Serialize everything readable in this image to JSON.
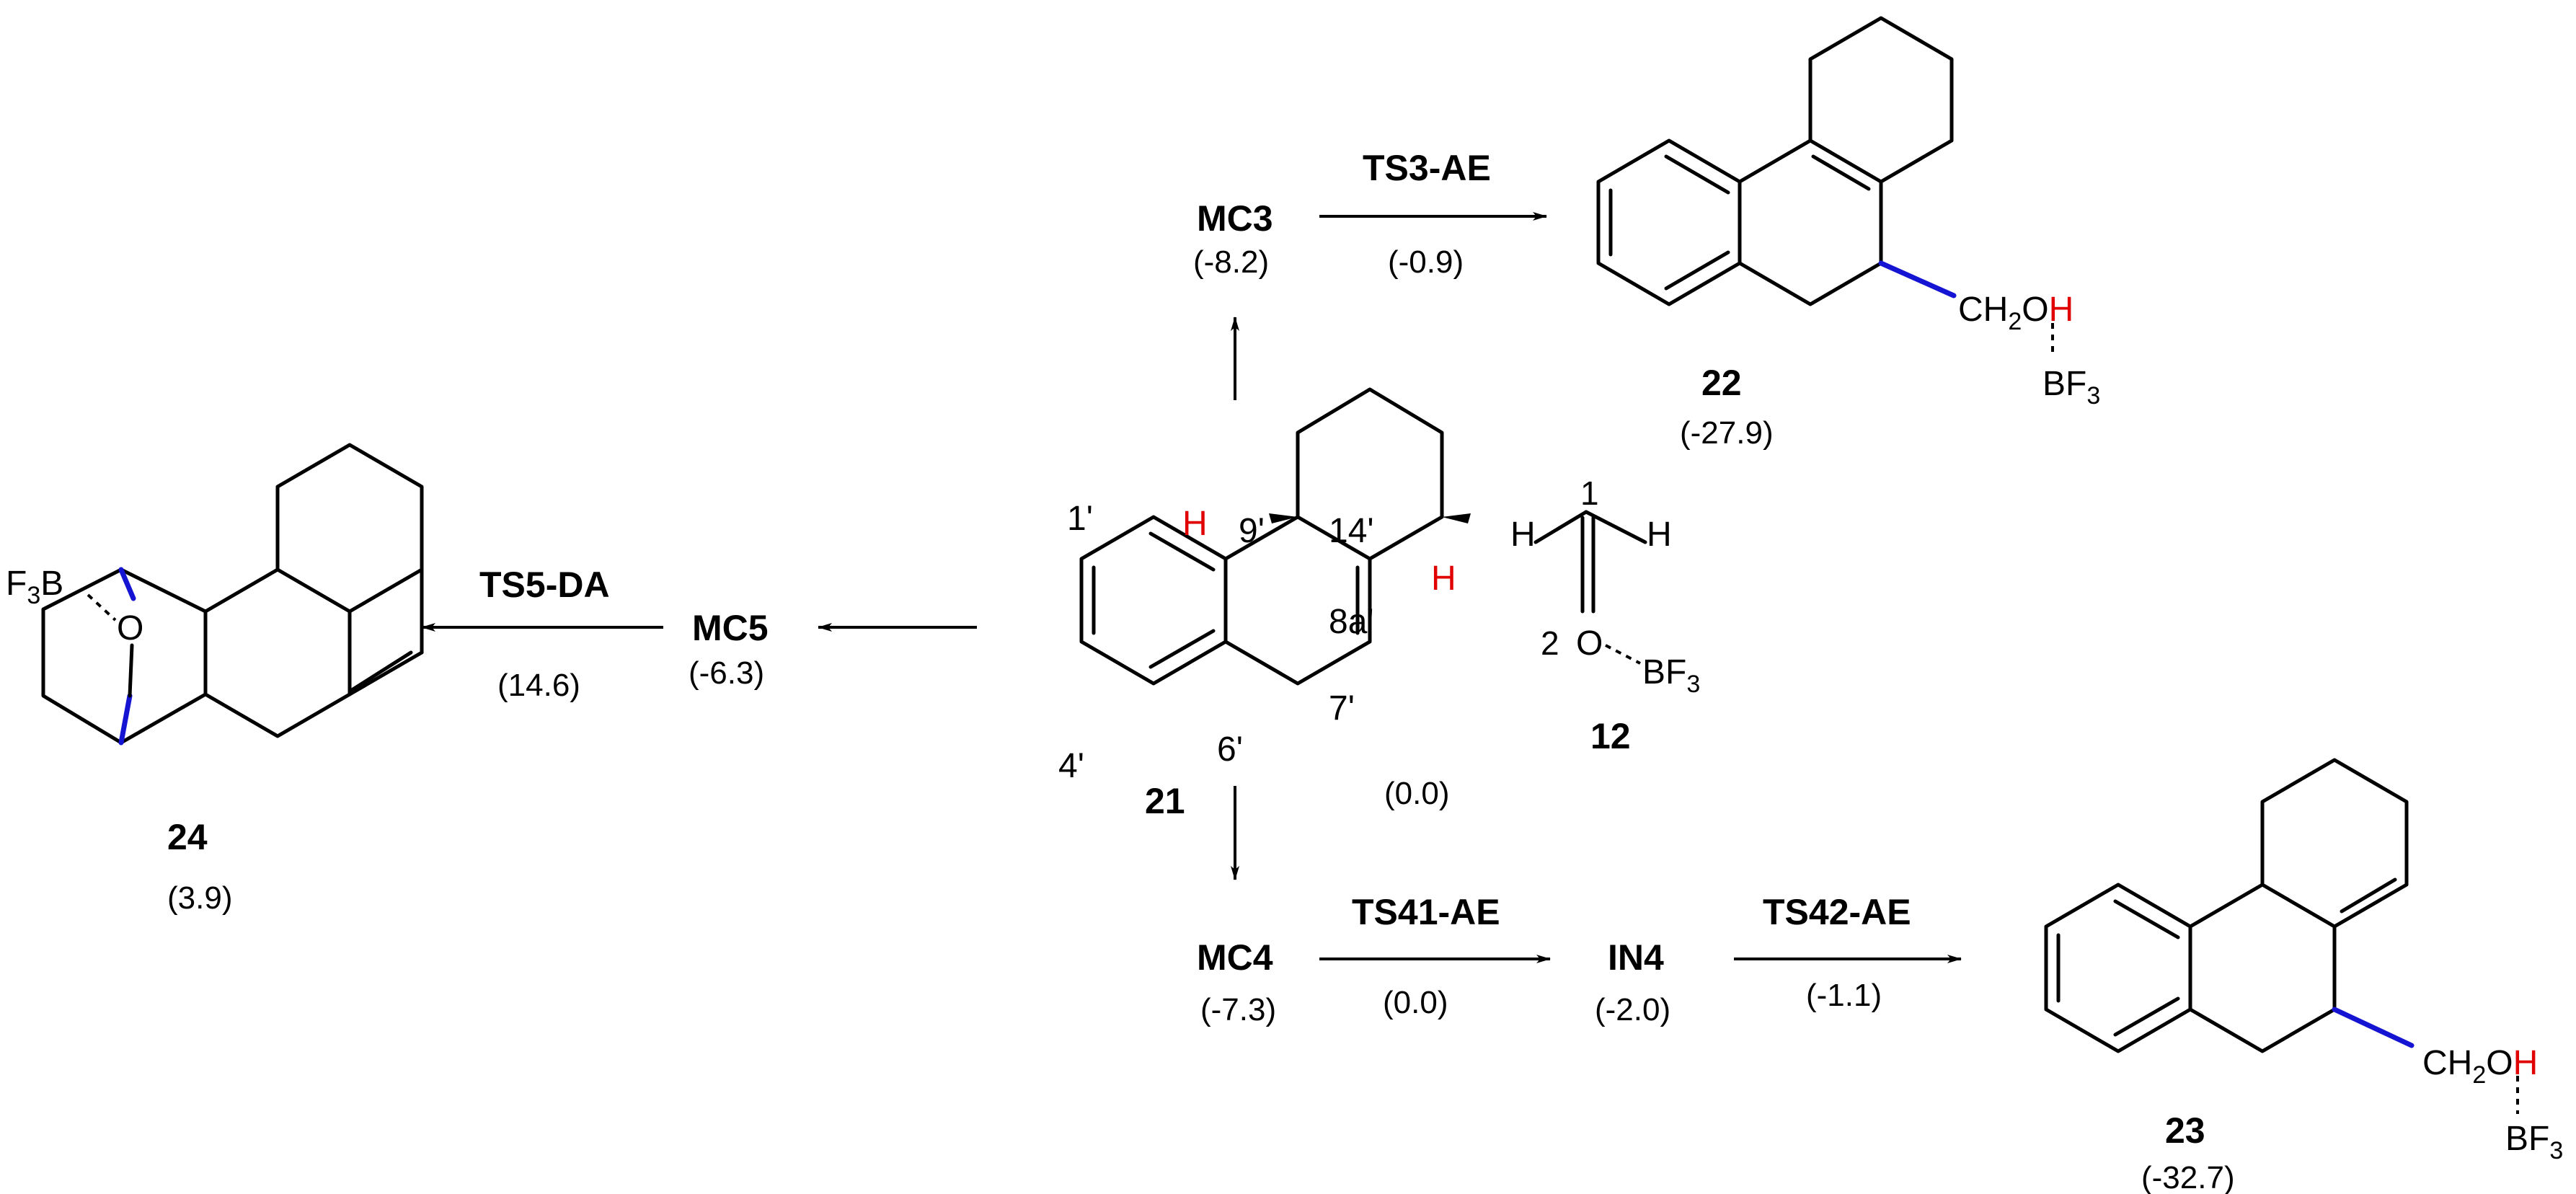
{
  "colors": {
    "highlight_bond": "#1414d2",
    "hydrogen": "#e00000",
    "text": "#000000"
  },
  "compounds": {
    "c21": {
      "id": "21",
      "energy": "(0.0)"
    },
    "c12": {
      "id": "12"
    },
    "c22": {
      "id": "22",
      "energy": "(-27.9)"
    },
    "c23": {
      "id": "23",
      "energy": "(-32.7)"
    },
    "c24": {
      "id": "24",
      "energy": "(3.9)"
    }
  },
  "atom_labels": {
    "h": "H",
    "c1": "1",
    "c2": "2",
    "p1": "1'",
    "p4": "4'",
    "p6": "6'",
    "p7": "7'",
    "p8a": "8a'",
    "p9": "9'",
    "p14": "14'",
    "o": "O",
    "bf3": "BF",
    "three": "3",
    "f3b": "F",
    "f3b_b": "B",
    "ch2": "CH",
    "two": "2",
    "oh_o": "O",
    "oh_h": "H"
  },
  "intermediates": {
    "mc3": {
      "name": "MC3",
      "energy": "(-8.2)"
    },
    "mc4": {
      "name": "MC4",
      "energy": "(-7.3)"
    },
    "mc5": {
      "name": "MC5",
      "energy": "(-6.3)"
    },
    "in4": {
      "name": "IN4",
      "energy": "(-2.0)"
    }
  },
  "transition_states": {
    "ts3": {
      "name": "TS3-AE",
      "energy": "(-0.9)"
    },
    "ts41": {
      "name": "TS41-AE",
      "energy": "(0.0)"
    },
    "ts42": {
      "name": "TS42-AE",
      "energy": "(-1.1)"
    },
    "ts5": {
      "name": "TS5-DA",
      "energy": "(14.6)"
    }
  }
}
